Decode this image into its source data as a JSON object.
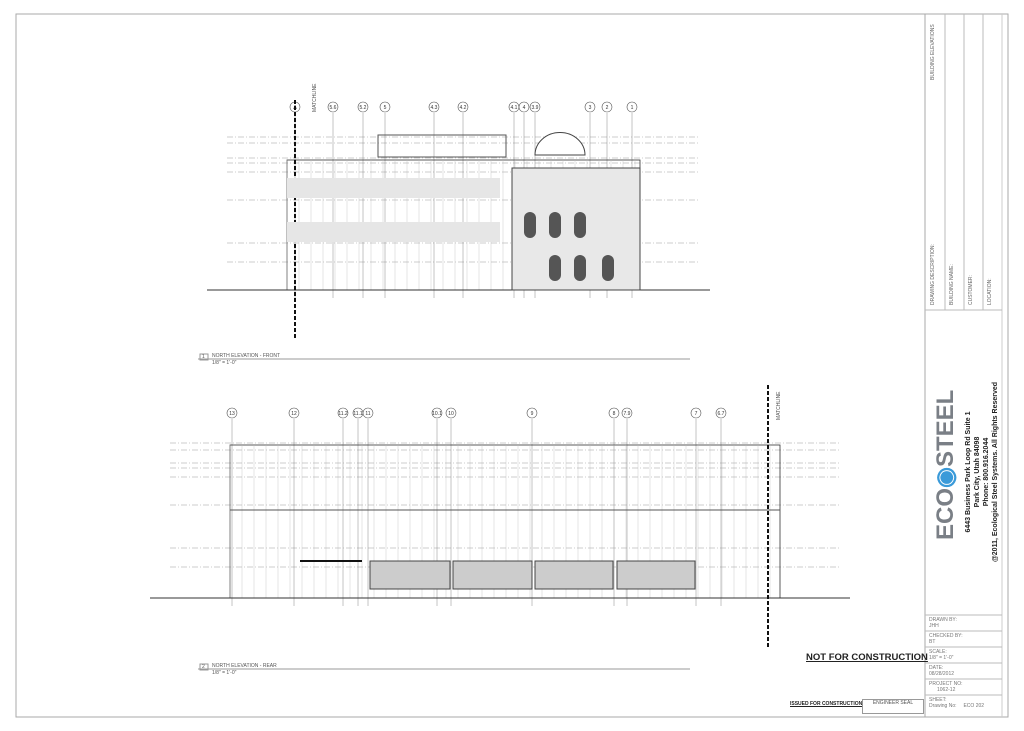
{
  "drawing": {
    "top_view": {
      "number": "1",
      "title": "NORTH ELEVATION - FRONT",
      "scale": "1/8\" = 1'-0\"",
      "grid_labels": [
        "A",
        "5.6",
        "5.2",
        "5",
        "4.3",
        "4.2",
        "4.1",
        "4",
        "3.9",
        "3",
        "2",
        "1"
      ],
      "matchline": "MATCHLINE"
    },
    "bottom_view": {
      "number": "2",
      "title": "NORTH ELEVATION - REAR",
      "scale": "1/8\" = 1'-0\"",
      "grid_labels": [
        "13",
        "12",
        "11.2",
        "11.1",
        "11",
        "10.1",
        "10",
        "9",
        "8",
        "7.9",
        "7",
        "6.7"
      ],
      "matchline": "MATCHLINE"
    }
  },
  "title_block": {
    "drawing_description_label": "DRAWING DESCRIPTION:",
    "drawing_description_value": "BUILDING ELEVATIONS",
    "building_name_label": "BUILDING NAME:",
    "customer_label": "CUSTOMER:",
    "location_label": "LOCATION:",
    "logo_text": "ECOSTEEL",
    "address_line1": "6443 Business Park Loop Rd Suite 1",
    "address_line2": "Park City, Utah 84098",
    "phone": "Phone: 800.916.2044",
    "copyright": "@2011, Ecological Steel Systems. All Rights Reserved",
    "drawn_by_label": "DRAWN BY:",
    "drawn_by": "JHH",
    "checked_by_label": "CHECKED BY:",
    "checked_by": "BT",
    "scale_label": "SCALE:",
    "scale": "1/8\" = 1'-0\"",
    "date_label": "DATE:",
    "date": "08/28/2012",
    "project_no_label": "PROJECT NO:",
    "project_no": "1062-12",
    "sheet_label": "SHEET:",
    "drawing_no_label": "Drawing No:",
    "drawing_no": "ECO 202"
  },
  "stamps": {
    "not_for_construction": "NOT FOR CONSTRUCTION",
    "issued_for_construction": "ISSUED FOR CONSTRUCTION",
    "engineer_seal": "ENGINEER SEAL"
  }
}
